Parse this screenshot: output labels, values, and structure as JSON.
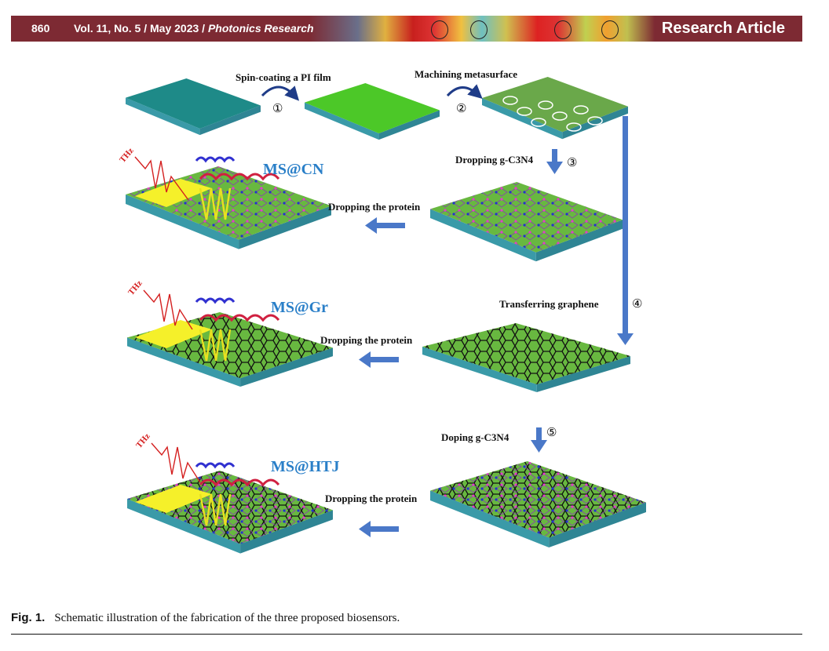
{
  "header": {
    "page_number": "860",
    "volume_info": "Vol. 11, No. 5 / May 2023 / ",
    "journal": "Photonics Research",
    "article_type": "Research Article",
    "color": "#7d2a33"
  },
  "figure": {
    "steps": [
      {
        "num": "①",
        "label": "Spin-coating a PI film"
      },
      {
        "num": "②",
        "label": "Machining metasurface"
      },
      {
        "num": "③",
        "label": "Dropping g-C3N4"
      },
      {
        "num": "④",
        "label": "Transferring graphene"
      },
      {
        "num": "⑤",
        "label": "Doping g-C3N4"
      }
    ],
    "dropping_protein": "Dropping the protein",
    "sensors": [
      "MS@CN",
      "MS@Gr",
      "MS@HTJ"
    ],
    "thz": "THz",
    "arrow_color": "#4a78c8"
  },
  "caption": {
    "label": "Fig. 1.",
    "text": "Schematic illustration of the fabrication of the three proposed biosensors."
  }
}
